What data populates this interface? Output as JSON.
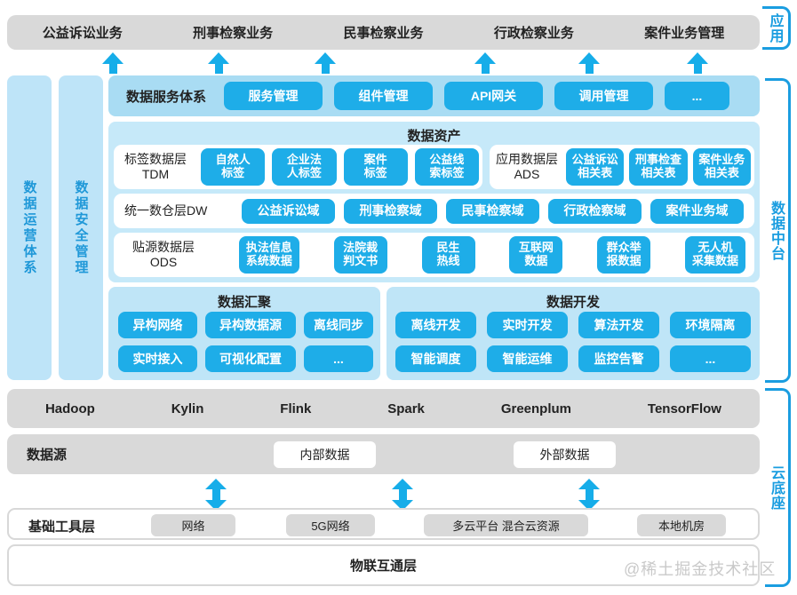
{
  "app_layer": {
    "bracket_label": "应用",
    "items": [
      "公益诉讼业务",
      "刑事检察业务",
      "民事检察业务",
      "行政检察业务",
      "案件业务管理"
    ]
  },
  "left_bars": {
    "ops": "数据运营体系",
    "security": "数据安全管理"
  },
  "middle": {
    "bracket_label": "数据中台",
    "service": {
      "label": "数据服务体系",
      "pills": [
        "服务管理",
        "组件管理",
        "API网关",
        "调用管理",
        "..."
      ]
    },
    "assets": {
      "title": "数据资产",
      "tdm": {
        "label": "标签数据层\nTDM",
        "pills": [
          "自然人\n标签",
          "企业法\n人标签",
          "案件\n标签",
          "公益线\n索标签"
        ]
      },
      "ads": {
        "label": "应用数据层\nADS",
        "pills": [
          "公益诉讼\n相关表",
          "刑事检查\n相关表",
          "案件业务\n相关表"
        ]
      },
      "dw": {
        "label": "统一数仓层DW",
        "pills": [
          "公益诉讼域",
          "刑事检察域",
          "民事检察域",
          "行政检察域",
          "案件业务域"
        ]
      },
      "ods": {
        "label": "贴源数据层\nODS",
        "pills": [
          "执法信息\n系统数据",
          "法院裁\n判文书",
          "民生\n热线",
          "互联网\n数据",
          "群众举\n报数据",
          "无人机\n采集数据"
        ]
      }
    },
    "aggregation": {
      "title": "数据汇聚",
      "row1": [
        "异构网络",
        "异构数据源",
        "离线同步"
      ],
      "row2": [
        "实时接入",
        "可视化配置",
        "..."
      ]
    },
    "development": {
      "title": "数据开发",
      "row1": [
        "离线开发",
        "实时开发",
        "算法开发",
        "环境隔离"
      ],
      "row2": [
        "智能调度",
        "智能运维",
        "监控告警",
        "..."
      ]
    }
  },
  "cloud_layer": {
    "bracket_label": "云底座",
    "engines": [
      "Hadoop",
      "Kylin",
      "Flink",
      "Spark",
      "Greenplum",
      "TensorFlow"
    ],
    "datasource": {
      "label": "数据源",
      "pills": [
        "内部数据",
        "外部数据"
      ]
    },
    "tools": {
      "label": "基础工具层",
      "pills": [
        "网络",
        "5G网络",
        "多云平台 混合云资源",
        "本地机房"
      ]
    },
    "iot": {
      "label": "物联互通层"
    }
  },
  "watermark": "@稀土掘金技术社区",
  "colors": {
    "pill_blue": "#1eade8",
    "arrow_blue": "#16ade9",
    "bracket_blue": "#1a9de0",
    "container_light_blue": "#c6e9f9",
    "service_row_blue": "#a9dcf3",
    "side_bar_blue": "#bee4f8",
    "gray_bar": "#d9d9d9"
  }
}
